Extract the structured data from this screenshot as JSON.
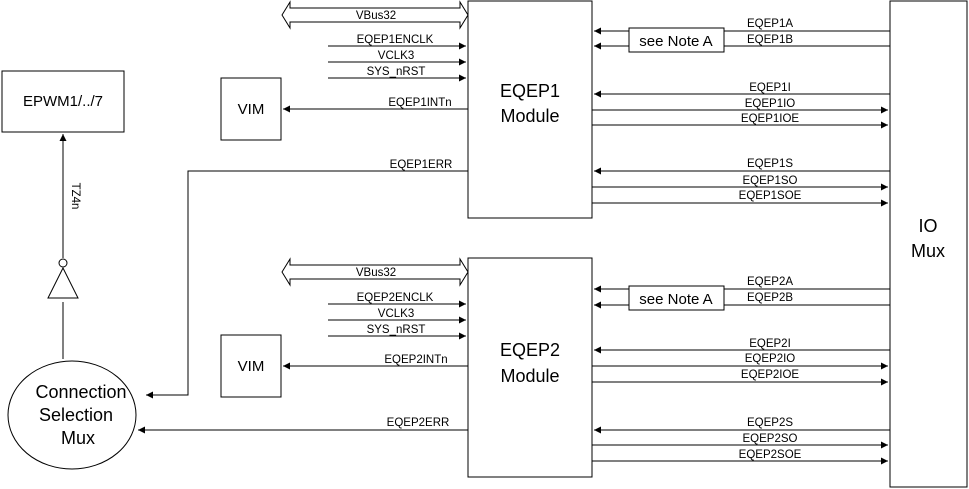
{
  "blocks": {
    "epwm": "EPWM1/../7",
    "vim1": "VIM",
    "vim2": "VIM",
    "eqep1": [
      "EQEP1",
      "Module"
    ],
    "eqep2": [
      "EQEP2",
      "Module"
    ],
    "iomux": [
      "IO",
      "Mux"
    ],
    "csm": [
      "Connection",
      "Selection",
      "Mux"
    ],
    "note1": "see Note A",
    "note2": "see Note A"
  },
  "signals": {
    "tz4n": "TZ4n",
    "eqep1": {
      "bus": "VBus32",
      "clk": "EQEP1ENCLK",
      "vclk": "VCLK3",
      "rst": "SYS_nRST",
      "int": "EQEP1INTn",
      "err": "EQEP1ERR",
      "a": "EQEP1A",
      "b": "EQEP1B",
      "i": "EQEP1I",
      "io": "EQEP1IO",
      "ioe": "EQEP1IOE",
      "s": "EQEP1S",
      "so": "EQEP1SO",
      "soe": "EQEP1SOE"
    },
    "eqep2": {
      "bus": "VBus32",
      "clk": "EQEP2ENCLK",
      "vclk": "VCLK3",
      "rst": "SYS_nRST",
      "int": "EQEP2INTn",
      "err": "EQEP2ERR",
      "a": "EQEP2A",
      "b": "EQEP2B",
      "i": "EQEP2I",
      "io": "EQEP2IO",
      "ioe": "EQEP2IOE",
      "s": "EQEP2S",
      "so": "EQEP2SO",
      "soe": "EQEP2SOE"
    }
  }
}
